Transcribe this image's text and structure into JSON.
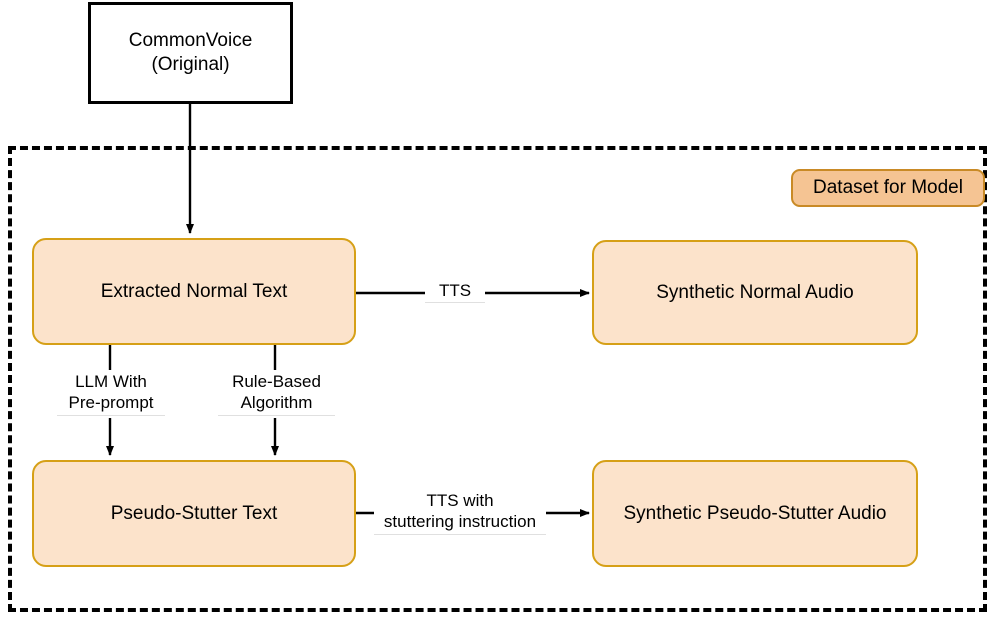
{
  "diagram": {
    "title_badge": {
      "label": "Dataset for Model"
    },
    "nodes": [
      {
        "id": "commonvoice",
        "label_line1": "CommonVoice",
        "label_line2": "(Original)"
      },
      {
        "id": "extracted_normal_text",
        "label": "Extracted Normal Text"
      },
      {
        "id": "synthetic_normal_audio",
        "label": "Synthetic Normal Audio"
      },
      {
        "id": "pseudo_stutter_text",
        "label": "Pseudo-Stutter Text"
      },
      {
        "id": "synthetic_pseudo_stutter_audio",
        "label": "Synthetic Pseudo-Stutter Audio"
      }
    ],
    "edges": [
      {
        "id": "cv-to-extracted",
        "from": "commonvoice",
        "to": "extracted_normal_text",
        "label": ""
      },
      {
        "id": "extracted-to-normal-audio",
        "from": "extracted_normal_text",
        "to": "synthetic_normal_audio",
        "label_line1": "TTS",
        "label_line2": ""
      },
      {
        "id": "extracted-to-pseudo-llm",
        "from": "extracted_normal_text",
        "to": "pseudo_stutter_text",
        "label_line1": "LLM With",
        "label_line2": "Pre-prompt"
      },
      {
        "id": "extracted-to-pseudo-rule",
        "from": "extracted_normal_text",
        "to": "pseudo_stutter_text",
        "label_line1": "Rule-Based",
        "label_line2": "Algorithm"
      },
      {
        "id": "pseudo-to-pseudo-audio",
        "from": "pseudo_stutter_text",
        "to": "synthetic_pseudo_stutter_audio",
        "label_line1": "TTS with",
        "label_line2": "stuttering instruction"
      }
    ],
    "colors": {
      "node_fill": "#fce3cb",
      "node_border": "#d6a017",
      "badge_fill": "#f5c493",
      "badge_border": "#c98a26",
      "group_border": "#000000",
      "edge_stroke": "#000000",
      "page_background": "#ffffff"
    }
  }
}
